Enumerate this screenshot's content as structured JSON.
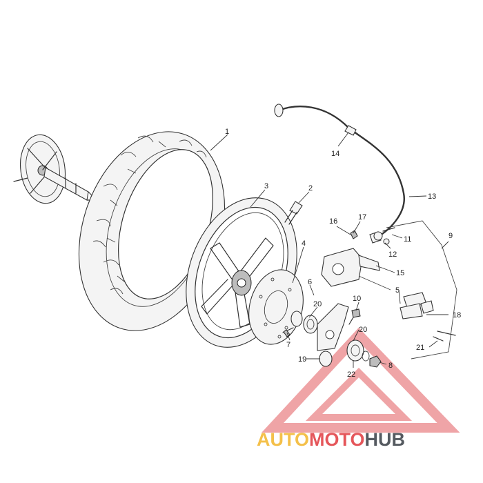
{
  "callouts": {
    "c1": "1",
    "c2": "2",
    "c3": "3",
    "c4": "4",
    "c5": "5",
    "c6": "6",
    "c7": "7",
    "c8": "8",
    "c9": "9",
    "c10": "10",
    "c11": "11",
    "c12": "12",
    "c13": "13",
    "c14": "14",
    "c15": "15",
    "c16": "16",
    "c17": "17",
    "c18": "18",
    "c19": "19",
    "c20a": "20",
    "c20b": "20",
    "c21": "21",
    "c22": "22"
  },
  "watermark": {
    "part1": "AUTO",
    "part2": "MOTO",
    "part3": "HUB",
    "colors": {
      "auto": "#f4c04a",
      "moto": "#e5565a",
      "hub": "#555a60"
    }
  }
}
